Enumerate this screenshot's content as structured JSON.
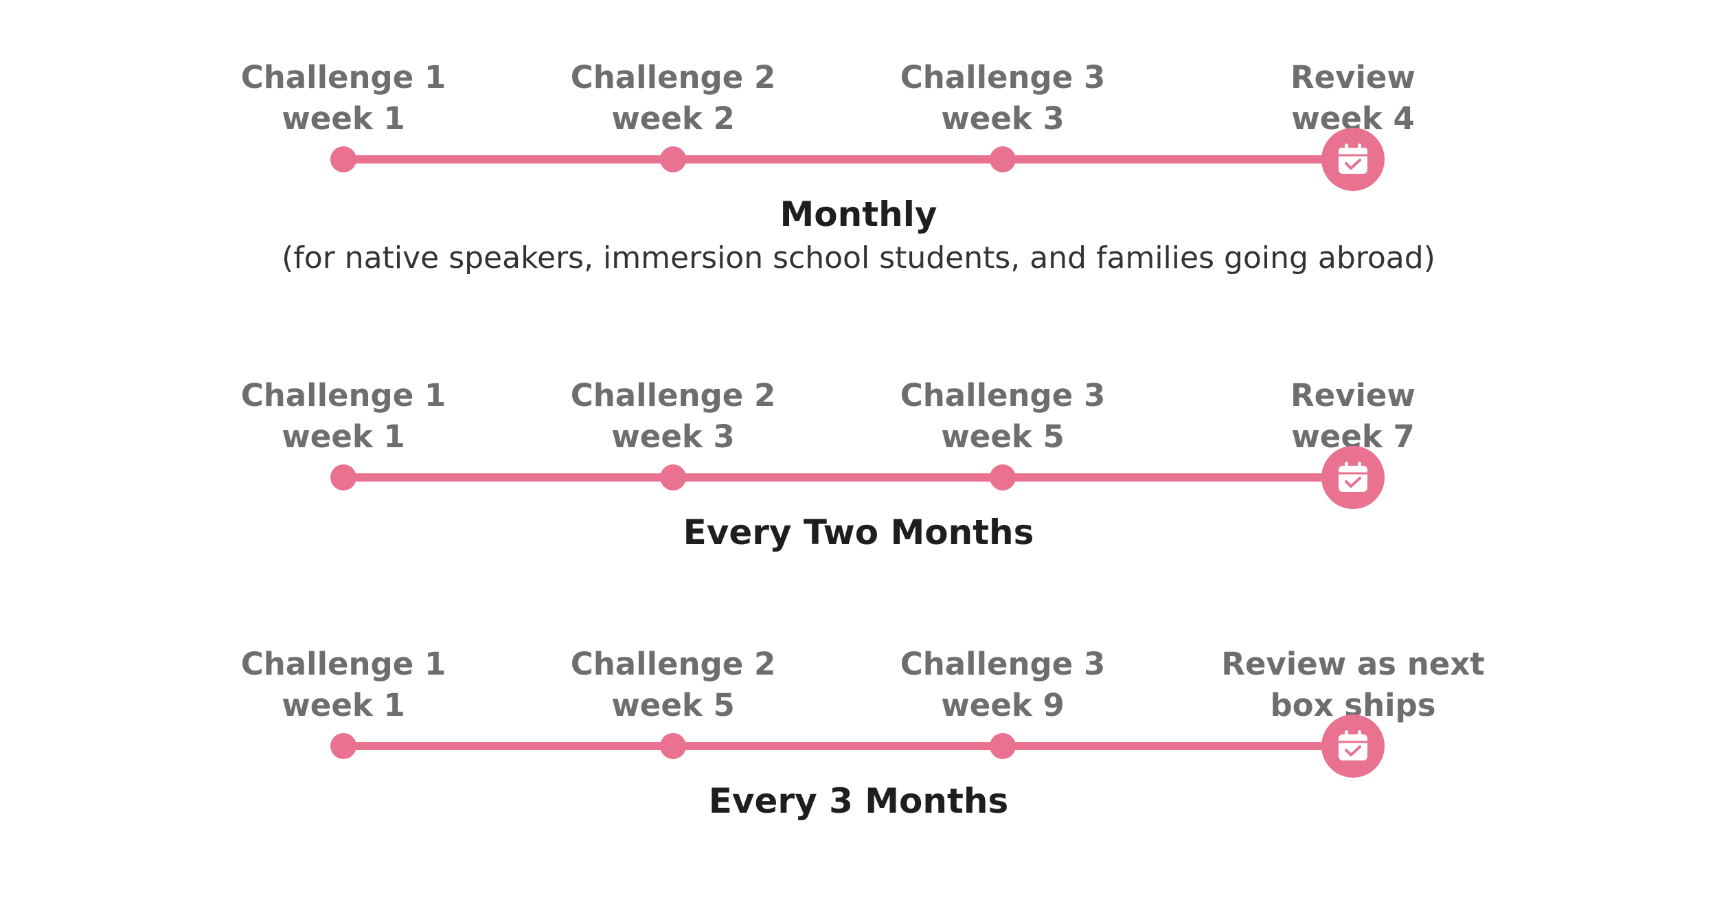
{
  "colors": {
    "accent": "#e8728f",
    "label_gray": "#6e6e6e",
    "title_dark": "#1e1e1e",
    "subtitle_dark": "#333333",
    "background": "#ffffff"
  },
  "timelines": [
    {
      "title": "Monthly",
      "subtitle": "(for native speakers, immersion school students, and families going abroad)",
      "milestones": [
        {
          "line1": "Challenge 1",
          "line2": "week 1"
        },
        {
          "line1": "Challenge 2",
          "line2": "week 2"
        },
        {
          "line1": "Challenge 3",
          "line2": "week 3"
        },
        {
          "line1": "Review",
          "line2": "week 4"
        }
      ],
      "end_icon": "calendar-check-icon"
    },
    {
      "title": "Every Two Months",
      "subtitle": "",
      "milestones": [
        {
          "line1": "Challenge 1",
          "line2": "week 1"
        },
        {
          "line1": "Challenge 2",
          "line2": "week 3"
        },
        {
          "line1": "Challenge 3",
          "line2": "week 5"
        },
        {
          "line1": "Review",
          "line2": "week 7"
        }
      ],
      "end_icon": "calendar-check-icon"
    },
    {
      "title": "Every 3 Months",
      "subtitle": "",
      "milestones": [
        {
          "line1": "Challenge 1",
          "line2": "week 1"
        },
        {
          "line1": "Challenge 2",
          "line2": "week 5"
        },
        {
          "line1": "Challenge 3",
          "line2": "week 9"
        },
        {
          "line1": "Review as next",
          "line2": "box ships"
        }
      ],
      "end_icon": "calendar-check-icon"
    }
  ]
}
